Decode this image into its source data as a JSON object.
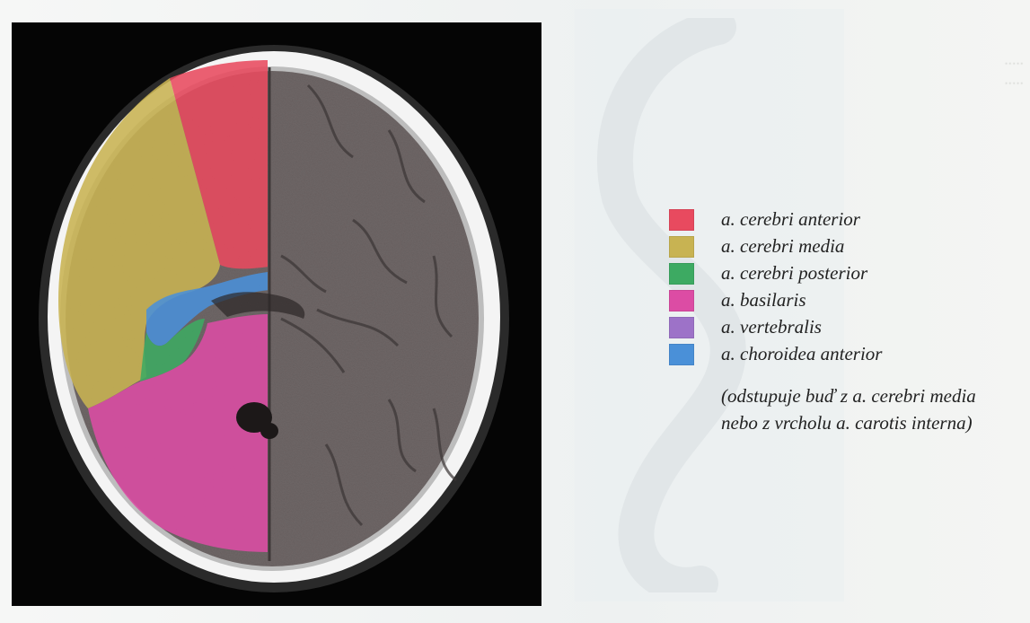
{
  "legend": {
    "items": [
      {
        "label": "a. cerebri anterior",
        "color": "#e84a5f"
      },
      {
        "label": "a. cerebri media",
        "color": "#c8b352"
      },
      {
        "label": "a. cerebri posterior",
        "color": "#3daa62"
      },
      {
        "label": "a. basilaris",
        "color": "#dc4ca4"
      },
      {
        "label": "a. vertebralis",
        "color": "#9d72c8"
      },
      {
        "label": "a. choroidea anterior",
        "color": "#4a90d8"
      }
    ],
    "note_line1": "(odstupuje buď z a. cerebri media",
    "note_line2": "nebo z vrcholu a. carotis interna)"
  },
  "image": {
    "name": "axial-ct-brain-slice"
  }
}
